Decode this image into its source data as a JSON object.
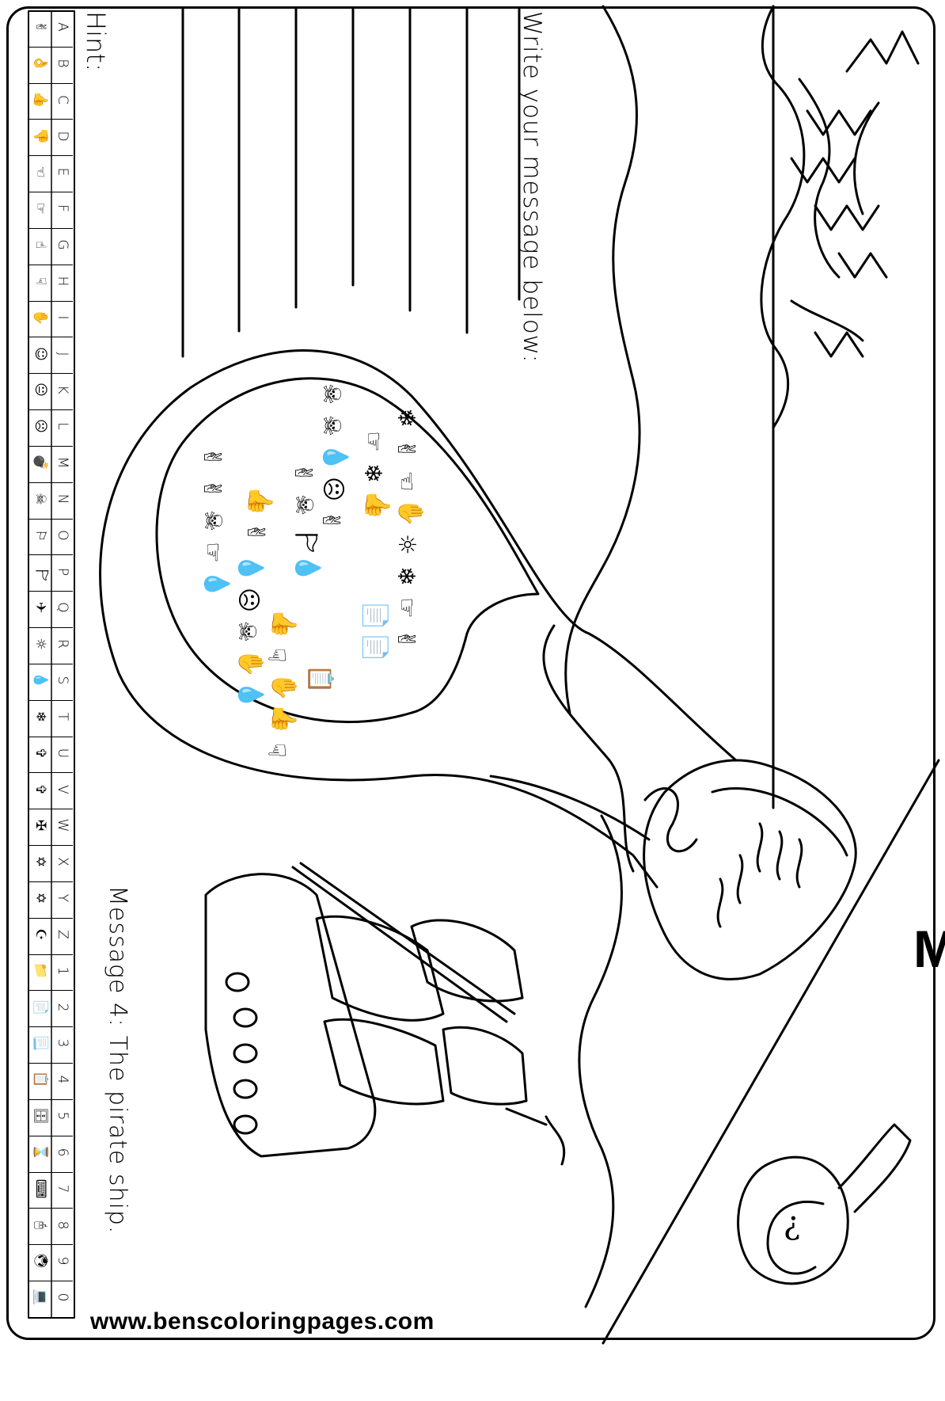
{
  "hint_label": "Hint:",
  "write_label": "Write your message below:",
  "message_label": "Message 4: The pirate ship.",
  "title": "Message in a bottle",
  "url": "www.benscoloringpages.com",
  "key": [
    {
      "glyph": "✌",
      "char": "A"
    },
    {
      "glyph": "👌",
      "char": "B"
    },
    {
      "glyph": "👍",
      "char": "C"
    },
    {
      "glyph": "👎",
      "char": "D"
    },
    {
      "glyph": "☜",
      "char": "E"
    },
    {
      "glyph": "☞",
      "char": "F"
    },
    {
      "glyph": "☝",
      "char": "G"
    },
    {
      "glyph": "☟",
      "char": "H"
    },
    {
      "glyph": "✋",
      "char": "I"
    },
    {
      "glyph": "☺",
      "char": "J"
    },
    {
      "glyph": "😐",
      "char": "K"
    },
    {
      "glyph": "☹",
      "char": "L"
    },
    {
      "glyph": "💣",
      "char": "M"
    },
    {
      "glyph": "☠",
      "char": "N"
    },
    {
      "glyph": "⚐",
      "char": "O"
    },
    {
      "glyph": "🏱",
      "char": "P"
    },
    {
      "glyph": "✈",
      "char": "Q"
    },
    {
      "glyph": "☼",
      "char": "R"
    },
    {
      "glyph": "💧",
      "char": "S"
    },
    {
      "glyph": "❄",
      "char": "T"
    },
    {
      "glyph": "✞",
      "char": "U"
    },
    {
      "glyph": "✞",
      "char": "V"
    },
    {
      "glyph": "✠",
      "char": "W"
    },
    {
      "glyph": "✡",
      "char": "X"
    },
    {
      "glyph": "✡",
      "char": "Y"
    },
    {
      "glyph": "☪",
      "char": "Z"
    },
    {
      "glyph": "📁",
      "char": "1"
    },
    {
      "glyph": "📄",
      "char": "2"
    },
    {
      "glyph": "📃",
      "char": "3"
    },
    {
      "glyph": "📋",
      "char": "4"
    },
    {
      "glyph": "🗄",
      "char": "5"
    },
    {
      "glyph": "⌛",
      "char": "6"
    },
    {
      "glyph": "⌨",
      "char": "7"
    },
    {
      "glyph": "🖰",
      "char": "8"
    },
    {
      "glyph": "🖲",
      "char": "9"
    },
    {
      "glyph": "💻",
      "char": "0"
    }
  ],
  "message_glyphs": [
    [
      "📋"
    ],
    [
      "👍",
      "☟",
      "✋",
      "👍",
      "☟"
    ],
    [
      "💧",
      "☹",
      "☠",
      "✋",
      "💧"
    ],
    [
      "✌",
      "✌",
      "☠",
      "☞",
      "💧"
    ],
    [
      "☠",
      "☠",
      "💧",
      "☹",
      "✌"
    ],
    [
      "✌",
      "☠",
      "🏱",
      "💧"
    ],
    [
      "👍",
      "✌"
    ],
    [
      "📄",
      "📄"
    ],
    [
      "❄",
      "✌",
      "☜",
      "✋",
      "☼",
      "❄",
      "☞",
      "✌"
    ],
    [
      "☞",
      "❄",
      "👍"
    ]
  ]
}
